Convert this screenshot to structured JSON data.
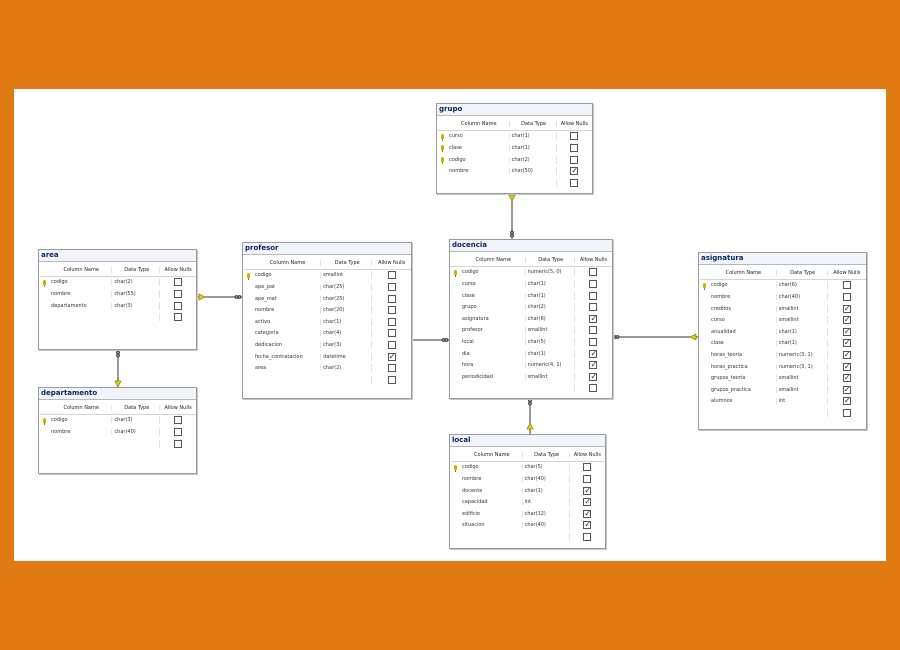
{
  "column_headers": [
    "Column Name",
    "Data Type",
    "Allow Nulls"
  ],
  "check_mark": "✓",
  "tables": [
    {
      "id": "grupo",
      "title": "grupo",
      "rows": [
        {
          "name": "curso",
          "type": "char(1)",
          "key": true,
          "nulls": false
        },
        {
          "name": "clase",
          "type": "char(1)",
          "key": true,
          "nulls": false
        },
        {
          "name": "codigo",
          "type": "char(2)",
          "key": true,
          "nulls": false
        },
        {
          "name": "nombre",
          "type": "char(50)",
          "key": false,
          "nulls": true
        },
        {
          "name": "",
          "type": "",
          "key": false,
          "nulls": false
        }
      ]
    },
    {
      "id": "area",
      "title": "area",
      "rows": [
        {
          "name": "codigo",
          "type": "char(2)",
          "key": true,
          "nulls": false
        },
        {
          "name": "nombre",
          "type": "char(55)",
          "key": false,
          "nulls": false
        },
        {
          "name": "departamento",
          "type": "char(3)",
          "key": false,
          "nulls": false
        },
        {
          "name": "",
          "type": "",
          "key": false,
          "nulls": false
        }
      ]
    },
    {
      "id": "profesor",
      "title": "profesor",
      "rows": [
        {
          "name": "codigo",
          "type": "smallint",
          "key": true,
          "nulls": false
        },
        {
          "name": "ape_pat",
          "type": "char(25)",
          "key": false,
          "nulls": false
        },
        {
          "name": "ape_mat",
          "type": "char(25)",
          "key": false,
          "nulls": false
        },
        {
          "name": "nombre",
          "type": "char(20)",
          "key": false,
          "nulls": false
        },
        {
          "name": "activo",
          "type": "char(1)",
          "key": false,
          "nulls": false
        },
        {
          "name": "categoria",
          "type": "char(4)",
          "key": false,
          "nulls": false
        },
        {
          "name": "dedicacion",
          "type": "char(3)",
          "key": false,
          "nulls": false
        },
        {
          "name": "fecha_contratacion",
          "type": "datetime",
          "key": false,
          "nulls": true
        },
        {
          "name": "area",
          "type": "char(2)",
          "key": false,
          "nulls": false
        },
        {
          "name": "",
          "type": "",
          "key": false,
          "nulls": false
        }
      ]
    },
    {
      "id": "docencia",
      "title": "docencia",
      "rows": [
        {
          "name": "codigo",
          "type": "numeric(5, 0)",
          "key": true,
          "nulls": false
        },
        {
          "name": "curso",
          "type": "char(1)",
          "key": false,
          "nulls": false
        },
        {
          "name": "clase",
          "type": "char(1)",
          "key": false,
          "nulls": false
        },
        {
          "name": "grupo",
          "type": "char(2)",
          "key": false,
          "nulls": false
        },
        {
          "name": "asignatura",
          "type": "char(6)",
          "key": false,
          "nulls": true
        },
        {
          "name": "profesor",
          "type": "smallint",
          "key": false,
          "nulls": false
        },
        {
          "name": "local",
          "type": "char(5)",
          "key": false,
          "nulls": false
        },
        {
          "name": "dia",
          "type": "char(1)",
          "key": false,
          "nulls": true
        },
        {
          "name": "hora",
          "type": "numeric(4, 1)",
          "key": false,
          "nulls": true
        },
        {
          "name": "periodicidad",
          "type": "smallint",
          "key": false,
          "nulls": true
        },
        {
          "name": "",
          "type": "",
          "key": false,
          "nulls": false
        }
      ]
    },
    {
      "id": "asignatura",
      "title": "asignatura",
      "rows": [
        {
          "name": "codigo",
          "type": "char(6)",
          "key": true,
          "nulls": false
        },
        {
          "name": "nombre",
          "type": "char(40)",
          "key": false,
          "nulls": false
        },
        {
          "name": "creditos",
          "type": "smallint",
          "key": false,
          "nulls": true
        },
        {
          "name": "curso",
          "type": "smallint",
          "key": false,
          "nulls": true
        },
        {
          "name": "anualidad",
          "type": "char(1)",
          "key": false,
          "nulls": true
        },
        {
          "name": "clase",
          "type": "char(1)",
          "key": false,
          "nulls": true
        },
        {
          "name": "horas_teoria",
          "type": "numeric(3, 1)",
          "key": false,
          "nulls": true
        },
        {
          "name": "horas_practica",
          "type": "numeric(3, 1)",
          "key": false,
          "nulls": true
        },
        {
          "name": "grupos_teoria",
          "type": "smallint",
          "key": false,
          "nulls": true
        },
        {
          "name": "grupos_practica",
          "type": "smallint",
          "key": false,
          "nulls": true
        },
        {
          "name": "alumnos",
          "type": "int",
          "key": false,
          "nulls": true
        },
        {
          "name": "",
          "type": "",
          "key": false,
          "nulls": false
        }
      ]
    },
    {
      "id": "departamento",
      "title": "departamento",
      "rows": [
        {
          "name": "codigo",
          "type": "char(3)",
          "key": true,
          "nulls": false
        },
        {
          "name": "nombre",
          "type": "char(40)",
          "key": false,
          "nulls": false
        },
        {
          "name": "",
          "type": "",
          "key": false,
          "nulls": false
        }
      ]
    },
    {
      "id": "local",
      "title": "local",
      "rows": [
        {
          "name": "codigo",
          "type": "char(5)",
          "key": true,
          "nulls": false
        },
        {
          "name": "nombre",
          "type": "char(40)",
          "key": false,
          "nulls": false
        },
        {
          "name": "docente",
          "type": "char(1)",
          "key": false,
          "nulls": true
        },
        {
          "name": "capacidad",
          "type": "int",
          "key": false,
          "nulls": true
        },
        {
          "name": "edificio",
          "type": "char(12)",
          "key": false,
          "nulls": true
        },
        {
          "name": "situacion",
          "type": "char(40)",
          "key": false,
          "nulls": true
        },
        {
          "name": "",
          "type": "",
          "key": false,
          "nulls": false
        }
      ]
    }
  ]
}
